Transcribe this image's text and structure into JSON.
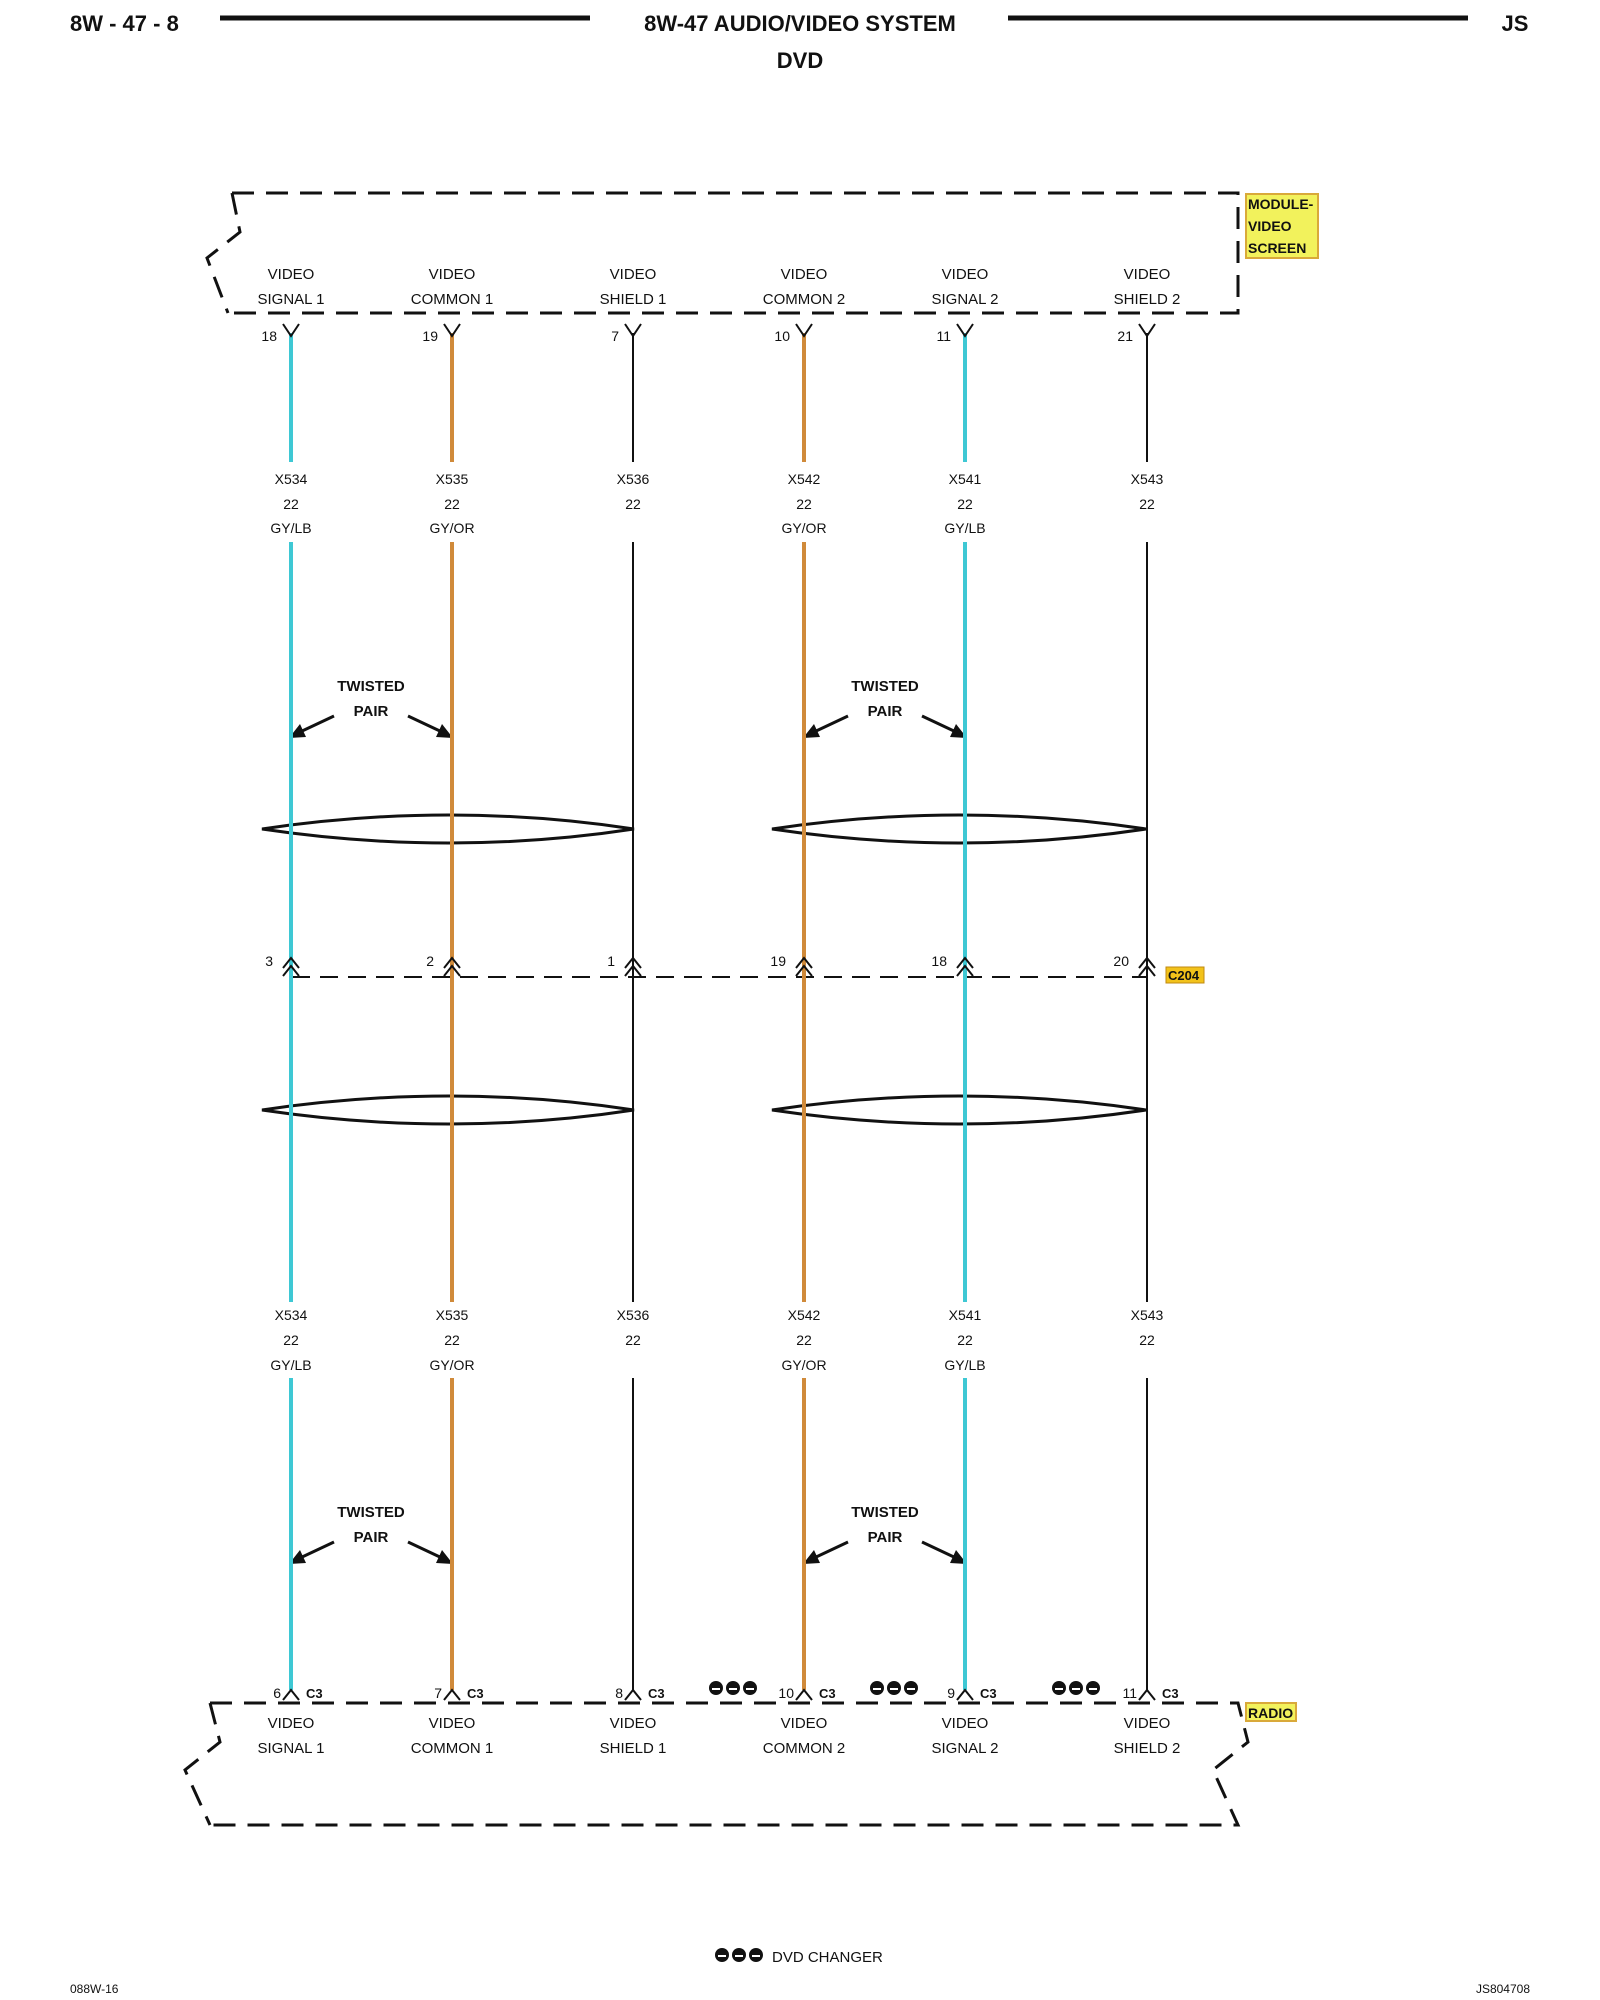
{
  "header": {
    "page_code": "8W - 47 - 8",
    "title": "8W-47 AUDIO/VIDEO SYSTEM",
    "subtitle": "DVD",
    "model": "JS"
  },
  "module_top": {
    "label_lines": [
      "MODULE-",
      "VIDEO",
      "SCREEN"
    ],
    "highlight": "#f2f25c"
  },
  "module_bottom": {
    "label": "RADIO",
    "highlight": "#f2f25c"
  },
  "colors": {
    "gy_lb": "#3ec8d4",
    "gy_or": "#d08a3a",
    "black": "#111111"
  },
  "circuits": [
    {
      "top_pin": "18",
      "circuit": "X534",
      "gauge": "22",
      "wire_color": "GY/LB",
      "color_key": "gy_lb",
      "c204_pin": "3",
      "bottom_pin": "6",
      "connector": "C3",
      "top_label": [
        "VIDEO",
        "SIGNAL 1"
      ],
      "bottom_label": [
        "VIDEO",
        "SIGNAL 1"
      ],
      "dvd_changer": false
    },
    {
      "top_pin": "19",
      "circuit": "X535",
      "gauge": "22",
      "wire_color": "GY/OR",
      "color_key": "gy_or",
      "c204_pin": "2",
      "bottom_pin": "7",
      "connector": "C3",
      "top_label": [
        "VIDEO",
        "COMMON 1"
      ],
      "bottom_label": [
        "VIDEO",
        "COMMON 1"
      ],
      "dvd_changer": false
    },
    {
      "top_pin": "7",
      "circuit": "X536",
      "gauge": "22",
      "wire_color": "",
      "color_key": "black",
      "c204_pin": "1",
      "bottom_pin": "8",
      "connector": "C3",
      "top_label": [
        "VIDEO",
        "SHIELD 1"
      ],
      "bottom_label": [
        "VIDEO",
        "SHIELD 1"
      ],
      "dvd_changer": false
    },
    {
      "top_pin": "10",
      "circuit": "X542",
      "gauge": "22",
      "wire_color": "GY/OR",
      "color_key": "gy_or",
      "c204_pin": "19",
      "bottom_pin": "10",
      "connector": "C3",
      "top_label": [
        "VIDEO",
        "COMMON 2"
      ],
      "bottom_label": [
        "VIDEO",
        "COMMON 2"
      ],
      "dvd_changer": true
    },
    {
      "top_pin": "11",
      "circuit": "X541",
      "gauge": "22",
      "wire_color": "GY/LB",
      "color_key": "gy_lb",
      "c204_pin": "18",
      "bottom_pin": "9",
      "connector": "C3",
      "top_label": [
        "VIDEO",
        "SIGNAL 2"
      ],
      "bottom_label": [
        "VIDEO",
        "SIGNAL 2"
      ],
      "dvd_changer": true
    },
    {
      "top_pin": "21",
      "circuit": "X543",
      "gauge": "22",
      "wire_color": "",
      "color_key": "black",
      "c204_pin": "20",
      "bottom_pin": "11",
      "connector": "C3",
      "top_label": [
        "VIDEO",
        "SHIELD 2"
      ],
      "bottom_label": [
        "VIDEO",
        "SHIELD 2"
      ],
      "dvd_changer": true
    }
  ],
  "inline_connector": {
    "name": "C204",
    "highlight": "#f2c21a"
  },
  "twisted_pair_label": [
    "TWISTED",
    "PAIR"
  ],
  "legend": {
    "symbol": "DVD CHANGER"
  },
  "footer": {
    "left": "088W-16",
    "right": "JS804708"
  }
}
